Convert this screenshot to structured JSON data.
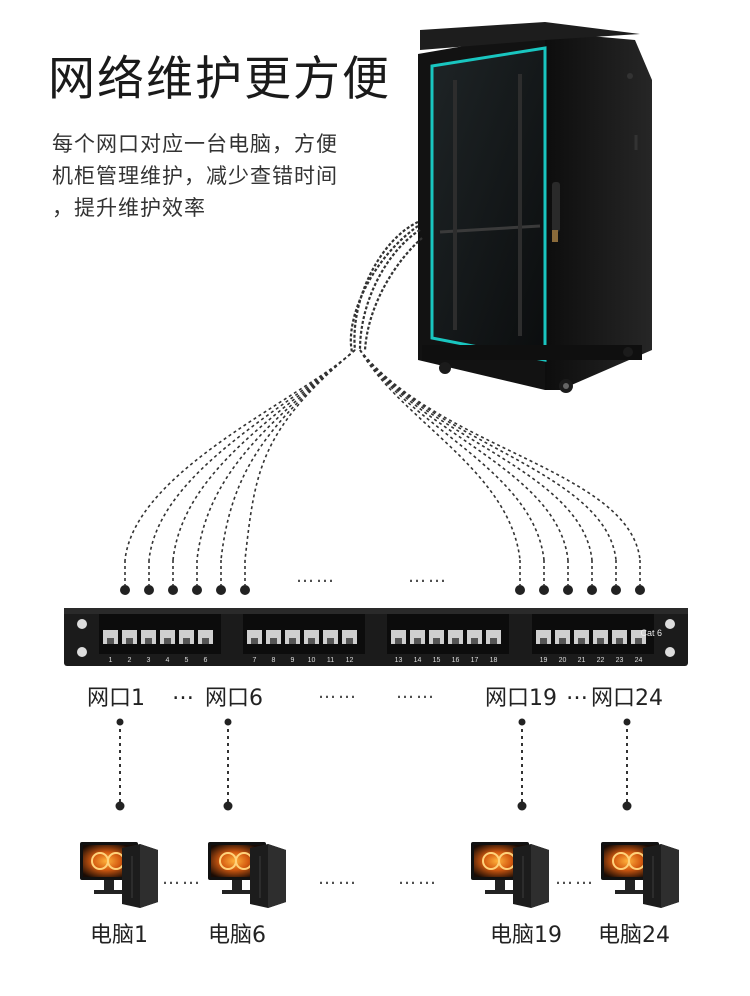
{
  "title": "网络维护更方便",
  "description": [
    "每个网口对应一台电脑，方便",
    "机柜管理维护，减少查错时间",
    "，提升维护效率"
  ],
  "patch_panel": {
    "badge": "Cat 6",
    "port_numbers": [
      "1",
      "2",
      "3",
      "4",
      "5",
      "6",
      "7",
      "8",
      "9",
      "10",
      "11",
      "12",
      "13",
      "14",
      "15",
      "16",
      "17",
      "18",
      "19",
      "20",
      "21",
      "22",
      "23",
      "24"
    ]
  },
  "ellipsis_top": [
    "……",
    "……"
  ],
  "port_labels": {
    "port1": "网口1",
    "sep1": "…",
    "port6": "网口6",
    "gap1": "……",
    "gap2": "……",
    "port19": "网口19",
    "sep2": "…",
    "port24": "网口24"
  },
  "pc_labels": {
    "pc1": "电脑1",
    "pc6": "电脑6",
    "pc19": "电脑19",
    "pc24": "电脑24",
    "gap_a": "……",
    "gap_b": "……",
    "gap_c": "……",
    "gap_d": "……"
  },
  "colors": {
    "rack": "#151515",
    "rack_glow": "#19c6c0",
    "panel": "#1b1b1b",
    "ports": "#d8d8d8",
    "cable": "#333333"
  },
  "icons": [
    "server-rack-icon",
    "patch-panel-icon",
    "desktop-computer-icon"
  ]
}
